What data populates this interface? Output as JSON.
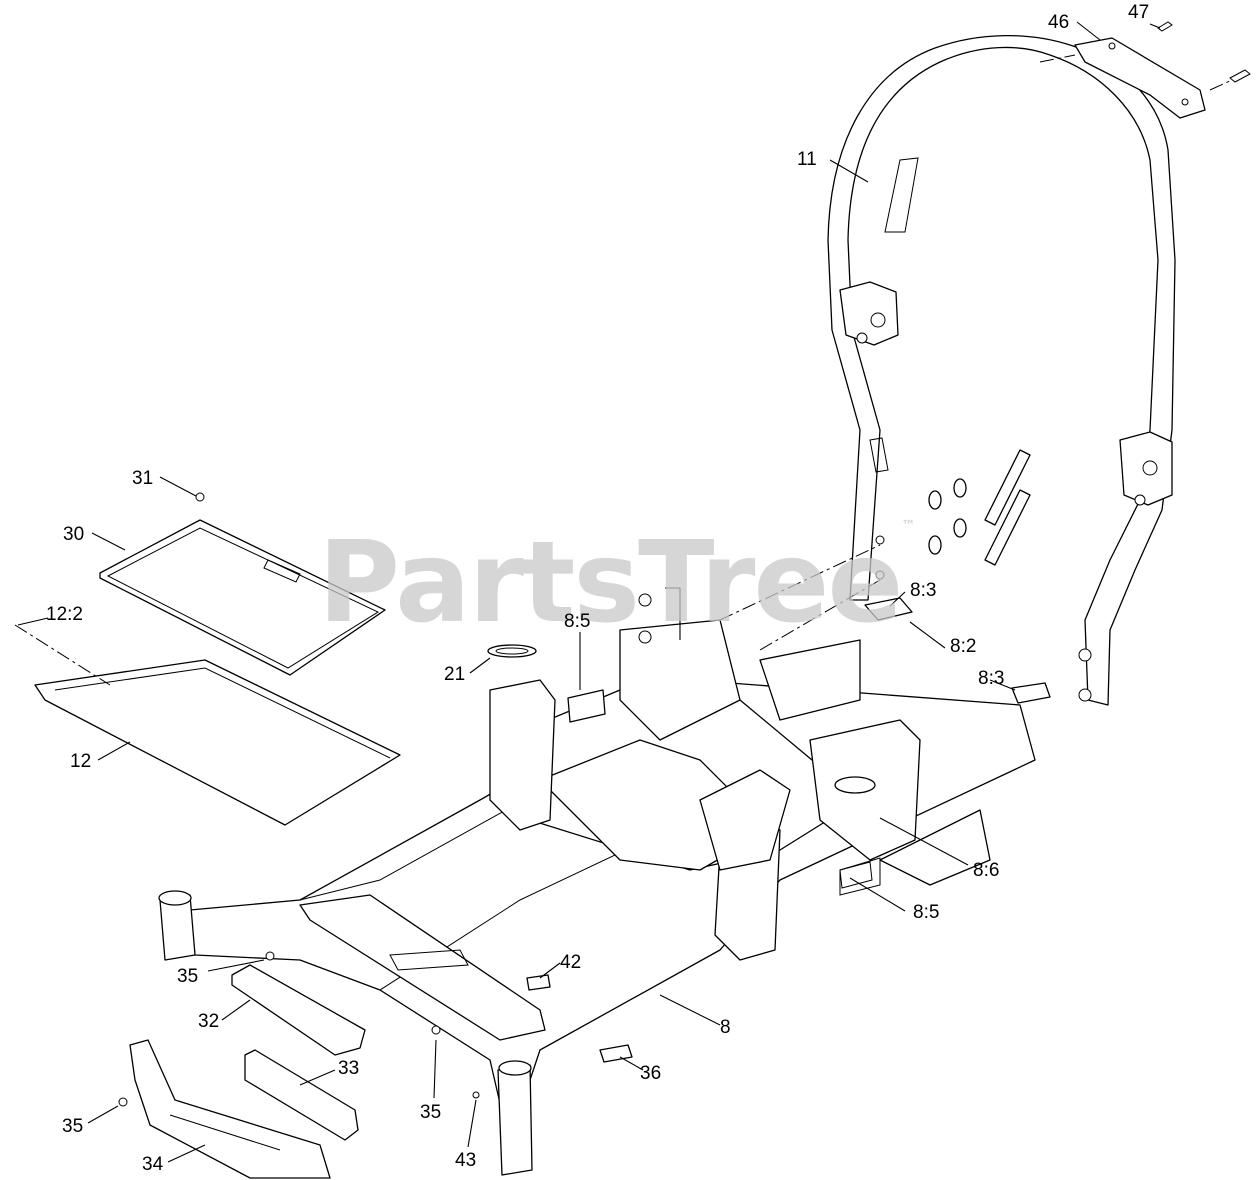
{
  "watermark": {
    "text": "PartsTree",
    "mark": "™"
  },
  "callouts": {
    "c47": "47",
    "c46": "46",
    "c11": "11",
    "c31": "31",
    "c30": "30",
    "c12_2": "12:2",
    "c12": "12",
    "c21": "21",
    "c8_5a": "8:5",
    "c8_3a": "8:3",
    "c8_2": "8:2",
    "c8_3b": "8:3",
    "c8_6": "8:6",
    "c8_5b": "8:5",
    "c42": "42",
    "c8": "8",
    "c35a": "35",
    "c32": "32",
    "c33": "33",
    "c35b": "35",
    "c35c": "35",
    "c36": "36",
    "c34": "34",
    "c43": "43"
  }
}
